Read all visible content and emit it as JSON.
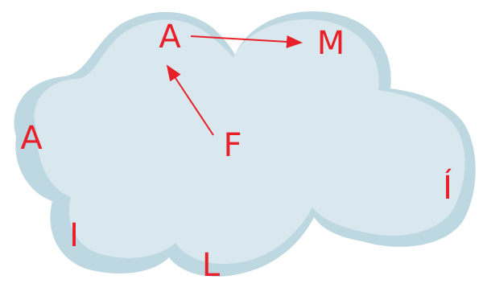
{
  "letters": {
    "top_a": "A",
    "m": "M",
    "f": "F",
    "left_a": "A",
    "i": "I",
    "l": "L",
    "i_acute": "Í"
  },
  "colors": {
    "cloud_fill": "#d9e8ee",
    "cloud_shadow": "#bdd8e0",
    "letter_red": "#e8202a"
  },
  "arrows": [
    {
      "from": "top_a",
      "to": "m"
    },
    {
      "from": "f",
      "to": "top_a"
    }
  ]
}
